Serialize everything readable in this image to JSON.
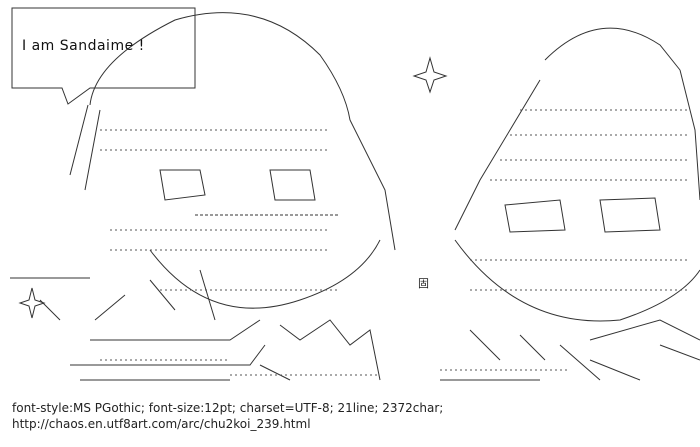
{
  "speech_bubble": {
    "text": "I am Sandaime !"
  },
  "art_overlay_text": {
    "mark": "固"
  },
  "footer": {
    "meta_line": "font-style:MS PGothic; font-size:12pt; charset=UTF-8; 21line; 2372char;",
    "url": "http://chaos.en.utf8art.com/arc/chu2koi_239.html"
  },
  "icons": [
    "sparkle-icon-left-top",
    "sparkle-icon-left-bottom"
  ]
}
